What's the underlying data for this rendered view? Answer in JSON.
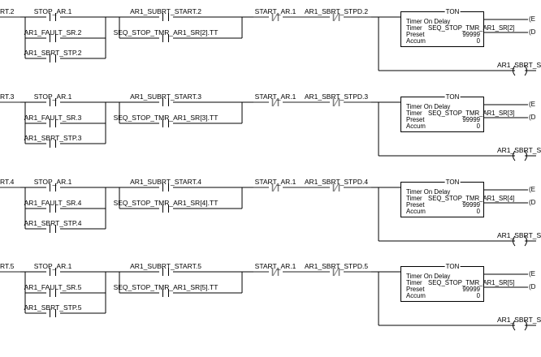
{
  "rungs": [
    {
      "left_label": "RT.2",
      "stop": "STOP_AR.1",
      "fault": "AR1_FAULT_SR.2",
      "sbrt_stp": "AR1_SBRT_STP.2",
      "subrt_start": "AR1_SUBRT_START.2",
      "seq_tt": "SEQ_STOP_TMR_AR1_SR[2].TT",
      "start_ar": "START_AR.1",
      "sbrt_stpd": "AR1_SBRT_STPD.2",
      "ton": {
        "title": "TON",
        "desc": "Timer On Delay",
        "timer_label": "Timer",
        "timer": "SEQ_STOP_TMR_AR1_SR[2]",
        "preset_label": "Preset",
        "preset": "99999",
        "accum_label": "Accum",
        "accum": "0"
      },
      "out_label": "AR1_SBRT_S"
    },
    {
      "left_label": "RT.3",
      "stop": "STOP_AR.1",
      "fault": "AR1_FAULT_SR.3",
      "sbrt_stp": "AR1_SBRT_STP.3",
      "subrt_start": "AR1_SUBRT_START.3",
      "seq_tt": "SEQ_STOP_TMR_AR1_SR[3].TT",
      "start_ar": "START_AR.1",
      "sbrt_stpd": "AR1_SBRT_STPD.3",
      "ton": {
        "title": "TON",
        "desc": "Timer On Delay",
        "timer_label": "Timer",
        "timer": "SEQ_STOP_TMR_AR1_SR[3]",
        "preset_label": "Preset",
        "preset": "99999",
        "accum_label": "Accum",
        "accum": "0"
      },
      "out_label": "AR1_SBRT_S"
    },
    {
      "left_label": "RT.4",
      "stop": "STOP_AR.1",
      "fault": "AR1_FAULT_SR.4",
      "sbrt_stp": "AR1_SBRT_STP.4",
      "subrt_start": "AR1_SUBRT_START.4",
      "seq_tt": "SEQ_STOP_TMR_AR1_SR[4].TT",
      "start_ar": "START_AR.1",
      "sbrt_stpd": "AR1_SBRT_STPD.4",
      "ton": {
        "title": "TON",
        "desc": "Timer On Delay",
        "timer_label": "Timer",
        "timer": "SEQ_STOP_TMR_AR1_SR[4]",
        "preset_label": "Preset",
        "preset": "99999",
        "accum_label": "Accum",
        "accum": "0"
      },
      "out_label": "AR1_SBRT_S"
    },
    {
      "left_label": "RT.5",
      "stop": "STOP_AR.1",
      "fault": "AR1_FAULT_SR.5",
      "sbrt_stp": "AR1_SBRT_STP.5",
      "subrt_start": "AR1_SUBRT_START.5",
      "seq_tt": "SEQ_STOP_TMR_AR1_SR[5].TT",
      "start_ar": "START_AR.1",
      "sbrt_stpd": "AR1_SBRT_STPD.5",
      "ton": {
        "title": "TON",
        "desc": "Timer On Delay",
        "timer_label": "Timer",
        "timer": "SEQ_STOP_TMR_AR1_SR[5]",
        "preset_label": "Preset",
        "preset": "99999",
        "accum_label": "Accum",
        "accum": "0"
      },
      "out_label": "AR1_SBRT_S"
    }
  ],
  "pins": {
    "en": "(E",
    "dn": "(D"
  },
  "colors": {
    "wire": "#000000",
    "energized": "#7f7f7f",
    "background": "#ffffff"
  }
}
